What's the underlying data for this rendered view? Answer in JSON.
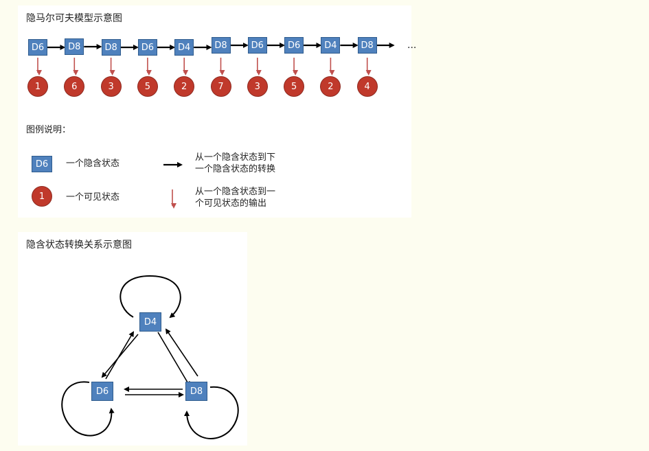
{
  "hmm": {
    "title": "隐马尔可夫模型示意图",
    "hidden_states": [
      "D6",
      "D8",
      "D8",
      "D6",
      "D4",
      "D8",
      "D6",
      "D6",
      "D4",
      "D8"
    ],
    "observations": [
      "1",
      "6",
      "3",
      "5",
      "2",
      "7",
      "3",
      "5",
      "2",
      "4"
    ],
    "ellipsis": "..."
  },
  "legend": {
    "title": "图例说明：",
    "hidden_symbol": "D6",
    "hidden_label": "一个隐含状态",
    "visible_symbol": "1",
    "visible_label": "一个可见状态",
    "transition_line1": "从一个隐含状态到下",
    "transition_line2": "一个隐含状态的转换",
    "emission_line1": "从一个隐含状态到一",
    "emission_line2": "个可见状态的输出"
  },
  "transition": {
    "title": "隐含状态转换关系示意图",
    "nodes": {
      "d4": "D4",
      "d6": "D6",
      "d8": "D8"
    }
  },
  "colors": {
    "hidden_fill": "#4f81bd",
    "visible_fill": "#c0392b",
    "emission_arrow": "#c0504d",
    "transition_arrow": "#000000",
    "background": "#fdfdf0"
  }
}
